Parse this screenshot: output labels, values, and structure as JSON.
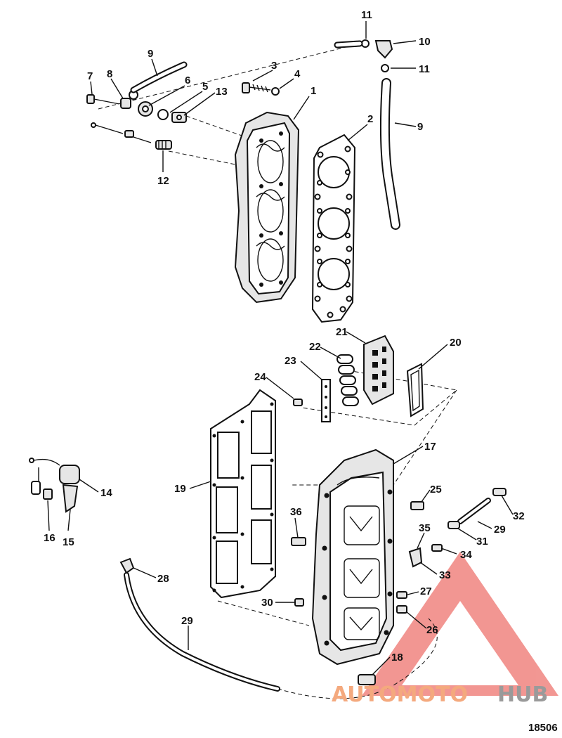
{
  "callouts": [
    {
      "num": "1"
    },
    {
      "num": "2"
    },
    {
      "num": "3"
    },
    {
      "num": "4"
    },
    {
      "num": "5"
    },
    {
      "num": "6"
    },
    {
      "num": "7"
    },
    {
      "num": "8"
    },
    {
      "num": "9"
    },
    {
      "num": "9"
    },
    {
      "num": "10"
    },
    {
      "num": "11"
    },
    {
      "num": "11"
    },
    {
      "num": "12"
    },
    {
      "num": "13"
    },
    {
      "num": "14"
    },
    {
      "num": "15"
    },
    {
      "num": "16"
    },
    {
      "num": "17"
    },
    {
      "num": "18"
    },
    {
      "num": "19"
    },
    {
      "num": "20"
    },
    {
      "num": "21"
    },
    {
      "num": "22"
    },
    {
      "num": "23"
    },
    {
      "num": "24"
    },
    {
      "num": "25"
    },
    {
      "num": "26"
    },
    {
      "num": "27"
    },
    {
      "num": "28"
    },
    {
      "num": "29"
    },
    {
      "num": "29"
    },
    {
      "num": "30"
    },
    {
      "num": "31"
    },
    {
      "num": "32"
    },
    {
      "num": "33"
    },
    {
      "num": "34"
    },
    {
      "num": "35"
    },
    {
      "num": "36"
    }
  ],
  "figure_number": "18506",
  "watermark": {
    "part1": "AUTOMOTO",
    "part2": "HUB",
    "color_accent": "#e8423a",
    "color_text": "#f4a97e",
    "color_gray": "#9a9a9a"
  }
}
